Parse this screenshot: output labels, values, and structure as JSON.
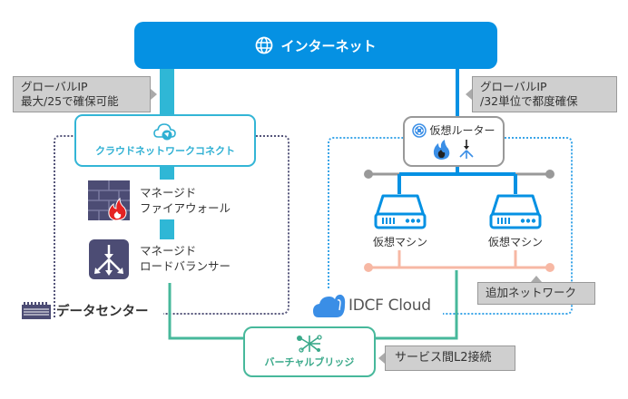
{
  "internet": {
    "label": "インターネット",
    "icon": "globe-icon",
    "color": "#0591e3"
  },
  "callouts": {
    "left_ip": {
      "line1": "グローバルIP",
      "line2": "最大/25で確保可能"
    },
    "right_ip": {
      "line1": "グローバルIP",
      "line2": "/32単位で都度確保"
    },
    "additional_network": "追加ネットワーク",
    "l2_connection": "サービス間L2接続"
  },
  "datacenter": {
    "label": "データセンター",
    "icon": "datacenter-icon",
    "cloud_network_connect": {
      "label": "クラウドネットワークコネクト",
      "icon": "cloud-globe-icon"
    },
    "firewall": {
      "line1": "マネージド",
      "line2": "ファイアウォール",
      "icon": "firewall-icon"
    },
    "load_balancer": {
      "line1": "マネージド",
      "line2": "ロードバランサー",
      "icon": "load-balancer-icon"
    }
  },
  "cloud": {
    "label": "IDCF Cloud",
    "icon": "idcf-cloud-icon",
    "router": {
      "label": "仮想ルーター",
      "icons": [
        "router-icon",
        "firewall-icon",
        "load-balancer-icon"
      ]
    },
    "vms": [
      {
        "label": "仮想マシン"
      },
      {
        "label": "仮想マシン"
      }
    ]
  },
  "virtual_bridge": {
    "label": "バーチャルブリッジ",
    "icon": "bridge-icon"
  },
  "colors": {
    "datacenter_line": "#2fb7d6",
    "cloud_line": "#0591e3",
    "bridge_line": "#47b89b",
    "additional_network": "#f7b8a4",
    "router_network": "#999999",
    "datacenter_border": "#55557a",
    "cloud_border": "#3aa5e8"
  }
}
